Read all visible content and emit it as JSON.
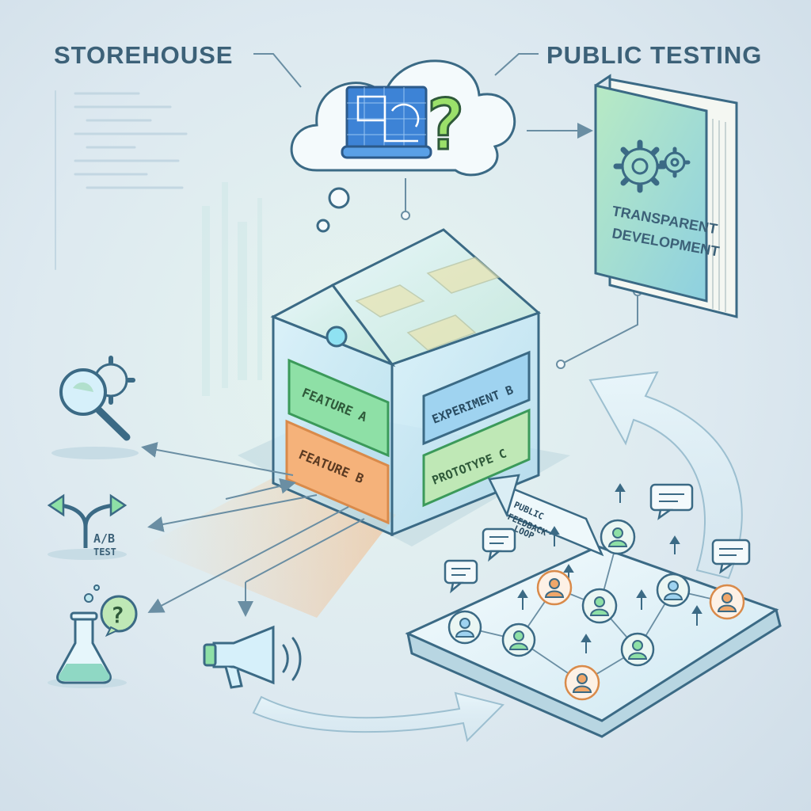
{
  "titles": {
    "storehouse": "STOREHOUSE",
    "public_testing": "PUBLIC TESTING"
  },
  "book": {
    "line1": "TRANSPARENT",
    "line2": "DEVELOPMENT"
  },
  "house_panels": {
    "feature_a": "FEATURE A",
    "feature_b": "FEATURE B",
    "experiment_b": "EXPERIMENT B",
    "prototype_c": "PROTOTYPE C"
  },
  "ab_test": {
    "line1": "A/B",
    "line2": "TEST"
  },
  "feedback_loop": {
    "line1": "PUBLIC",
    "line2": "FEEDBACK",
    "line3": "LOOP"
  },
  "icons": {
    "question_mark": "?",
    "flask_question": "?"
  },
  "colors": {
    "title": "#3c6178",
    "outline": "#3b6a85",
    "feature_green": "#8ee0a6",
    "feature_orange": "#f5b27a",
    "panel_blue": "#9fd3f0",
    "avatar_orange": "#f0a76a"
  }
}
